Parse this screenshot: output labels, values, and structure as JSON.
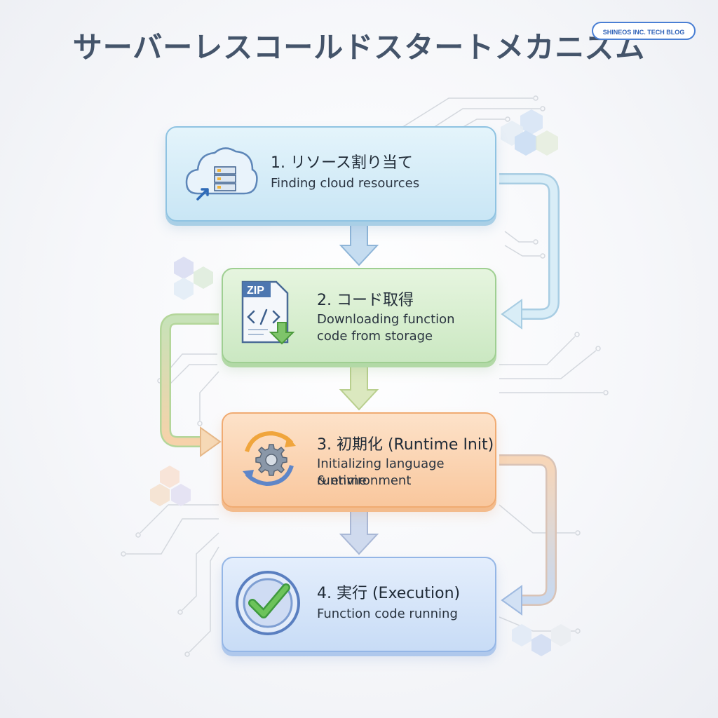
{
  "title": "サーバーレスコールドスタートメカニズム",
  "badge": "SHINEOS INC. TECH BLOG",
  "steps": [
    {
      "title": "1. リソース割り当て",
      "desc_lines": [
        "Finding cloud resources"
      ],
      "icon": "cloud-server-icon"
    },
    {
      "title": "2. コード取得",
      "desc_lines": [
        "Downloading function",
        "code from storage"
      ],
      "icon": "zip-file-download-icon",
      "icon_label": "ZIP"
    },
    {
      "title": "3. 初期化 (Runtime Init)",
      "desc_lines": [
        "Initializing language runtime",
        "& environment"
      ],
      "icon": "gear-cycle-icon"
    },
    {
      "title": "4. 実行 (Execution)",
      "desc_lines": [
        "Function code running"
      ],
      "icon": "checkmark-icon"
    }
  ],
  "colors": {
    "title": "#44546a",
    "badge_border": "#4a7fd4",
    "step1": "#c9e6f5",
    "step2": "#cbe8c2",
    "step3": "#f9c79d",
    "step4": "#c8dcf6"
  }
}
